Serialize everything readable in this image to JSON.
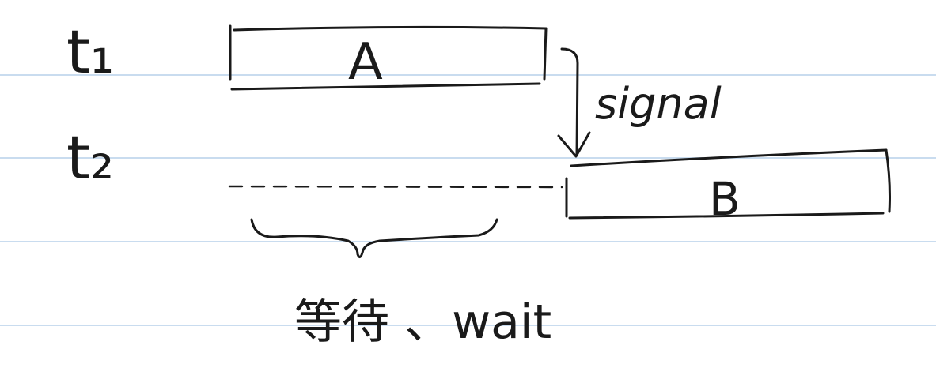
{
  "colors": {
    "ink": "#1a1a1a",
    "ruled_line": "#c9dcef",
    "background": "#ffffff"
  },
  "threads": [
    {
      "label": "t₁",
      "task": "A"
    },
    {
      "label": "t₂",
      "task": "B"
    }
  ],
  "signal_label": "signal",
  "wait_label": "等待 、wait"
}
